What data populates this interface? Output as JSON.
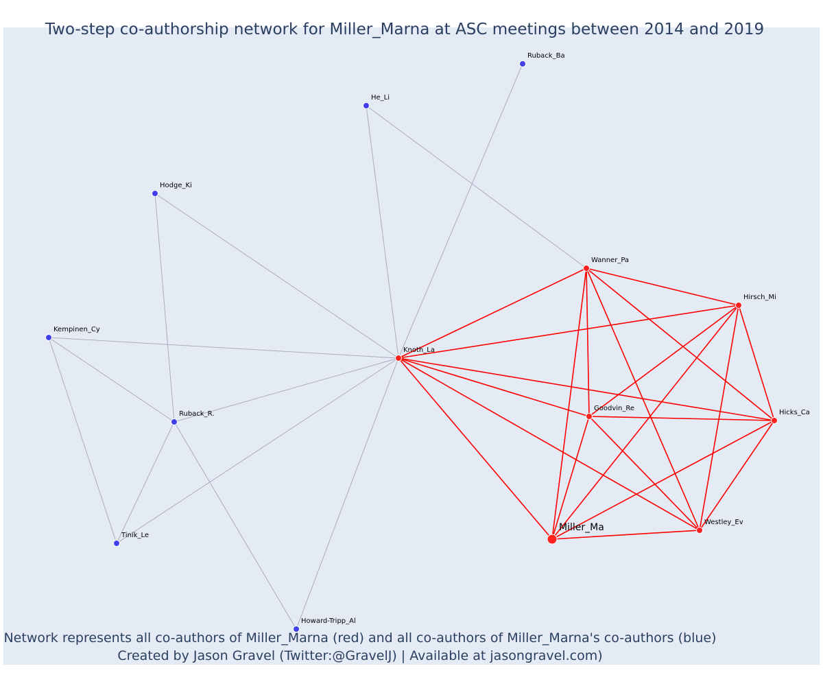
{
  "title": "Two-step co-authorship network for Miller_Marna at ASC meetings between 2014 and 2019",
  "footer": {
    "line1": "Network represents all co-authors of Miller_Marna (red) and all co-authors of Miller_Marna's co-authors (blue)",
    "line2": "Created by Jason Gravel (Twitter:@GravelJ) | Available at jasongravel.com)"
  },
  "colors": {
    "background": "#e5ebf5",
    "red_node": "#ff2020",
    "red_edge": "#ff0000",
    "blue_node": "#4040e8",
    "grey_edge": "#a9acbd"
  },
  "nodes": [
    {
      "id": "Miller_Ma",
      "label": "Miller_Ma",
      "group": "red",
      "main": true
    },
    {
      "id": "Knoth_La",
      "label": "Knoth_La",
      "group": "red"
    },
    {
      "id": "Wanner_Pa",
      "label": "Wanner_Pa",
      "group": "red"
    },
    {
      "id": "Hirsch_Mi",
      "label": "Hirsch_Mi",
      "group": "red"
    },
    {
      "id": "Goodvin_Re",
      "label": "Goodvin_Re",
      "group": "red"
    },
    {
      "id": "Hicks_Ca",
      "label": "Hicks_Ca",
      "group": "red"
    },
    {
      "id": "Westley_Ev",
      "label": "Westley_Ev",
      "group": "red"
    },
    {
      "id": "Ruback_Ba",
      "label": "Ruback_Ba",
      "group": "blue"
    },
    {
      "id": "He_Li",
      "label": "He_Li",
      "group": "blue"
    },
    {
      "id": "Hodge_Ki",
      "label": "Hodge_Ki",
      "group": "blue"
    },
    {
      "id": "Kempinen_Cy",
      "label": "Kempinen_Cy",
      "group": "blue"
    },
    {
      "id": "Ruback_R.",
      "label": "Ruback_R.",
      "group": "blue"
    },
    {
      "id": "Tinik_Le",
      "label": "Tinik_Le",
      "group": "blue"
    },
    {
      "id": "Howard-Tripp_Al",
      "label": "Howard-Tripp_Al",
      "group": "blue"
    }
  ],
  "edges": [
    [
      "Miller_Ma",
      "Knoth_La"
    ],
    [
      "Miller_Ma",
      "Wanner_Pa"
    ],
    [
      "Miller_Ma",
      "Hirsch_Mi"
    ],
    [
      "Miller_Ma",
      "Goodvin_Re"
    ],
    [
      "Miller_Ma",
      "Hicks_Ca"
    ],
    [
      "Miller_Ma",
      "Westley_Ev"
    ],
    [
      "Knoth_La",
      "Wanner_Pa"
    ],
    [
      "Knoth_La",
      "Hirsch_Mi"
    ],
    [
      "Knoth_La",
      "Goodvin_Re"
    ],
    [
      "Knoth_La",
      "Hicks_Ca"
    ],
    [
      "Knoth_La",
      "Westley_Ev"
    ],
    [
      "Wanner_Pa",
      "Hirsch_Mi"
    ],
    [
      "Wanner_Pa",
      "Goodvin_Re"
    ],
    [
      "Wanner_Pa",
      "Hicks_Ca"
    ],
    [
      "Wanner_Pa",
      "Westley_Ev"
    ],
    [
      "Hirsch_Mi",
      "Goodvin_Re"
    ],
    [
      "Hirsch_Mi",
      "Hicks_Ca"
    ],
    [
      "Hirsch_Mi",
      "Westley_Ev"
    ],
    [
      "Goodvin_Re",
      "Hicks_Ca"
    ],
    [
      "Goodvin_Re",
      "Westley_Ev"
    ],
    [
      "Hicks_Ca",
      "Westley_Ev"
    ],
    [
      "Knoth_La",
      "Ruback_Ba"
    ],
    [
      "Knoth_La",
      "He_Li"
    ],
    [
      "Knoth_La",
      "Hodge_Ki"
    ],
    [
      "Knoth_La",
      "Kempinen_Cy"
    ],
    [
      "Knoth_La",
      "Ruback_R."
    ],
    [
      "Knoth_La",
      "Tinik_Le"
    ],
    [
      "Knoth_La",
      "Howard-Tripp_Al"
    ],
    [
      "He_Li",
      "Wanner_Pa"
    ],
    [
      "Hodge_Ki",
      "Ruback_R."
    ],
    [
      "Kempinen_Cy",
      "Ruback_R."
    ],
    [
      "Kempinen_Cy",
      "Tinik_Le"
    ],
    [
      "Ruback_R.",
      "Tinik_Le"
    ],
    [
      "Ruback_R.",
      "Howard-Tripp_Al"
    ]
  ]
}
